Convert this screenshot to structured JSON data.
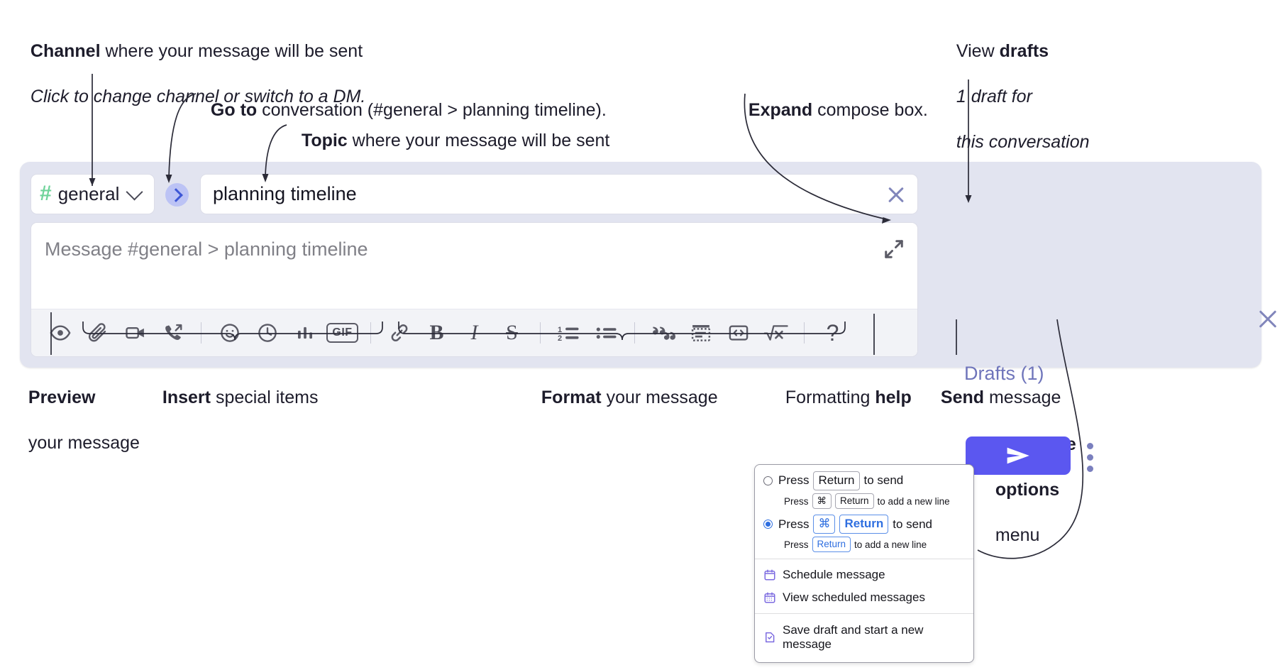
{
  "annotations": {
    "channel": {
      "line1_bold": "Channel",
      "line1_rest": " where your message will be sent",
      "line2_italic": "Click to change channel or switch to a DM."
    },
    "goto": {
      "bold": "Go to",
      "rest": " conversation (#general > planning timeline)."
    },
    "topic": {
      "bold": "Topic",
      "rest": " where your message will be sent"
    },
    "expand": {
      "bold": "Expand",
      "rest": " compose box."
    },
    "drafts": {
      "line1_rest": "View ",
      "line1_bold": "drafts",
      "line2_italic": "1 draft for",
      "line3_italic": "this conversation"
    },
    "preview": {
      "line1_bold": "Preview",
      "line2": "your message"
    },
    "insert": {
      "bold": "Insert",
      "rest": " special items"
    },
    "format": {
      "bold": "Format",
      "rest": " your message"
    },
    "formatting_help": {
      "rest": "Formatting ",
      "bold": "help"
    },
    "send": {
      "bold": "Send",
      "rest": " message"
    },
    "compose_options": {
      "line1_bold": "Compose",
      "line2_bold": "options",
      "line3": "menu"
    }
  },
  "compose": {
    "channel_name": "general",
    "hash_symbol": "#",
    "topic_value": "planning timeline",
    "message_placeholder": "Message #general > planning timeline",
    "drafts_label": "Drafts (1)",
    "toolbar": [
      {
        "name": "preview-icon",
        "label": "Preview"
      },
      {
        "name": "attachment-icon",
        "label": "Attach file"
      },
      {
        "name": "video-clip-icon",
        "label": "Record video clip"
      },
      {
        "name": "audio-clip-icon",
        "label": "Record audio clip"
      },
      {
        "name": "separator",
        "label": ""
      },
      {
        "name": "emoji-icon",
        "label": "Emoji"
      },
      {
        "name": "schedule-clock-icon",
        "label": "Schedule"
      },
      {
        "name": "poll-icon",
        "label": "Poll"
      },
      {
        "name": "gif-icon",
        "label": "GIF"
      },
      {
        "name": "separator",
        "label": ""
      },
      {
        "name": "link-icon",
        "label": "Link"
      },
      {
        "name": "bold-icon",
        "label": "B"
      },
      {
        "name": "italic-icon",
        "label": "I"
      },
      {
        "name": "strikethrough-icon",
        "label": "S"
      },
      {
        "name": "separator",
        "label": ""
      },
      {
        "name": "ordered-list-icon",
        "label": "Ordered list"
      },
      {
        "name": "bulleted-list-icon",
        "label": "Bulleted list"
      },
      {
        "name": "separator",
        "label": ""
      },
      {
        "name": "blockquote-icon",
        "label": "Blockquote"
      },
      {
        "name": "code-block-icon",
        "label": "Code block"
      },
      {
        "name": "code-icon",
        "label": "Code"
      },
      {
        "name": "math-icon",
        "label": "Math"
      },
      {
        "name": "separator",
        "label": ""
      },
      {
        "name": "help-icon",
        "label": "?"
      }
    ],
    "gif_label": "GIF",
    "bold_label": "B",
    "italic_label": "I",
    "strike_label": "S",
    "help_label": "?"
  },
  "options_menu": {
    "radio_1": {
      "selected": false,
      "main_prefix": "Press",
      "main_key": "Return",
      "main_suffix": "to send",
      "sub_prefix": "Press",
      "sub_key1": "⌘",
      "sub_key2": "Return",
      "sub_suffix": "to add a new line"
    },
    "radio_2": {
      "selected": true,
      "main_prefix": "Press",
      "main_key1": "⌘",
      "main_key2": "Return",
      "main_suffix": "to send",
      "sub_prefix": "Press",
      "sub_key": "Return",
      "sub_suffix": "to add a new line"
    },
    "items": [
      {
        "icon": "calendar-schedule-icon",
        "label": "Schedule message"
      },
      {
        "icon": "calendar-view-icon",
        "label": "View scheduled messages"
      },
      {
        "icon": "save-draft-icon",
        "label": "Save draft and start a new message"
      }
    ]
  },
  "colors": {
    "compose_bg": "#e2e4f0",
    "send_button": "#5b57f0",
    "hash_green": "#6fd39a",
    "drafts_text": "#6f75bb",
    "accent_blue": "#2f6fe0",
    "menu_icon_purple": "#7c6be0"
  }
}
